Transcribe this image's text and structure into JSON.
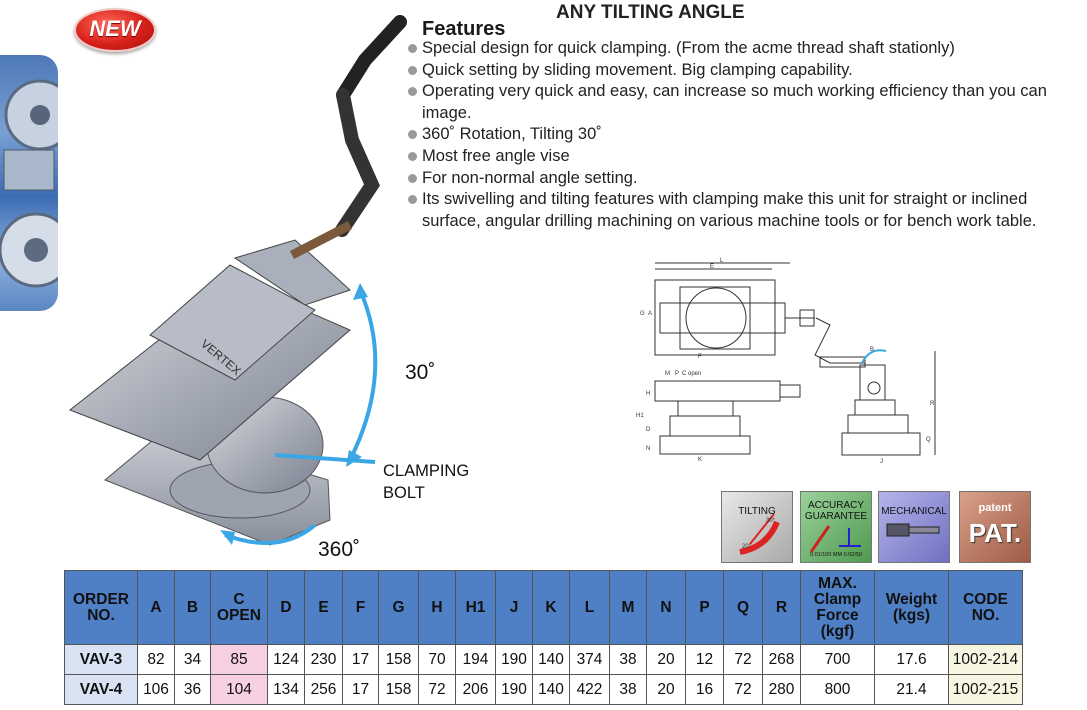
{
  "header": {
    "title": "ANY TILTING ANGLE",
    "badge": "NEW"
  },
  "features": {
    "heading": "Features",
    "items": [
      "Special design for quick clamping. (From the acme thread shaft stationly)",
      "Quick setting by sliding movement. Big clamping capability.",
      "Operating very quick and easy, can increase so much working efficiency than you can image.",
      "360˚ Rotation, Tilting 30˚",
      "Most free angle vise",
      "For non-normal angle setting.",
      "Its swivelling and tilting features with clamping make this unit for straight or inclined surface, angular drilling machining on various machine tools or for bench work table."
    ]
  },
  "product_photo": {
    "brand": "VERTEX",
    "tilt_label": "30˚",
    "rotation_label": "360˚",
    "clamp_label_line1": "CLAMPING",
    "clamp_label_line2": "BOLT"
  },
  "drawing": {
    "dims": [
      "L",
      "E",
      "G",
      "A",
      "F",
      "M",
      "P",
      "C open",
      "H",
      "H1",
      "D",
      "N",
      "K",
      "B",
      "R",
      "Q",
      "J"
    ]
  },
  "icons": {
    "tilting": {
      "label": "TILTING",
      "scale_a": "30°",
      "scale_b": "20°"
    },
    "accuracy": {
      "line1": "ACCURACY",
      "line2": "GUARANTEE",
      "sub": "0.01/100 MM  0.02/50"
    },
    "mechanical": {
      "label": "MECHANICAL"
    },
    "patent": {
      "label": "patent",
      "mark": "PAT."
    }
  },
  "table": {
    "headers": [
      [
        "ORDER",
        "NO."
      ],
      [
        "A"
      ],
      [
        "B"
      ],
      [
        "C",
        "OPEN"
      ],
      [
        "D"
      ],
      [
        "E"
      ],
      [
        "F"
      ],
      [
        "G"
      ],
      [
        "H"
      ],
      [
        "H1"
      ],
      [
        "J"
      ],
      [
        "K"
      ],
      [
        "L"
      ],
      [
        "M"
      ],
      [
        "N"
      ],
      [
        "P"
      ],
      [
        "Q"
      ],
      [
        "R"
      ],
      [
        "MAX.",
        "Clamp",
        "Force",
        "(kgf)"
      ],
      [
        "Weight",
        "(kgs)"
      ],
      [
        "CODE",
        "NO."
      ]
    ],
    "rows": [
      [
        "VAV-3",
        "82",
        "34",
        "85",
        "124",
        "230",
        "17",
        "158",
        "70",
        "194",
        "190",
        "140",
        "374",
        "38",
        "20",
        "12",
        "72",
        "268",
        "700",
        "17.6",
        "1002-214"
      ],
      [
        "VAV-4",
        "106",
        "36",
        "104",
        "134",
        "256",
        "17",
        "158",
        "72",
        "206",
        "190",
        "140",
        "422",
        "38",
        "20",
        "16",
        "72",
        "280",
        "800",
        "21.4",
        "1002-215"
      ]
    ]
  },
  "colors": {
    "header_blue": "#4f7fc4",
    "model_cell": "#d9e3f3",
    "c_open_cell": "#f7cfe2",
    "code_cell": "#f6f6e2",
    "arrow_blue": "#3aa6e6"
  }
}
